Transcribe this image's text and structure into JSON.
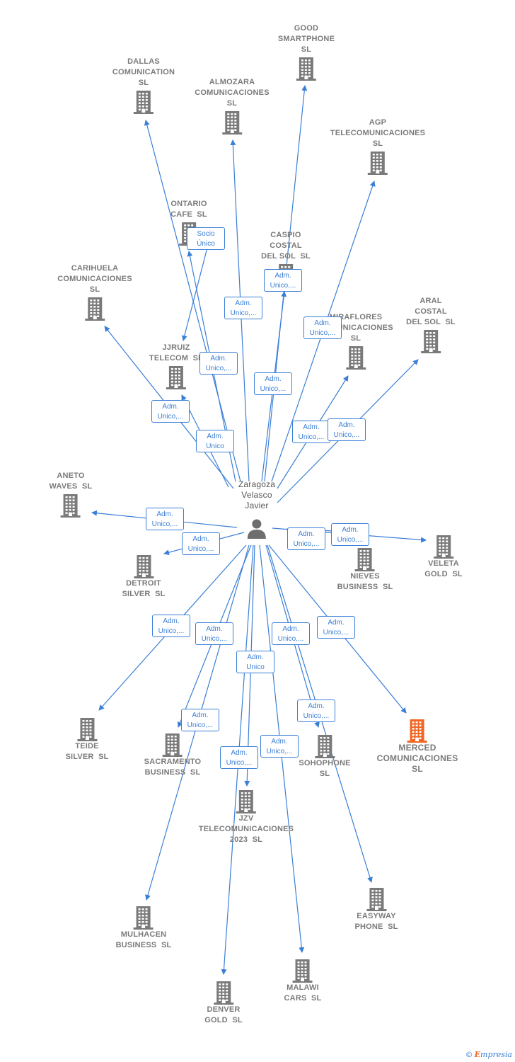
{
  "colors": {
    "edge": "#3a7fd6",
    "building": "#7a7a7a",
    "highlight": "#f26522",
    "label": "#7a7a7a"
  },
  "center": {
    "name": "Zaragoza\nVelasco\nJavier",
    "icon": "person-icon"
  },
  "nodes": [
    {
      "id": "good",
      "name": "GOOD\nSMARTPHONE\nSL"
    },
    {
      "id": "dallas",
      "name": "DALLAS\nCOMUNICATION\nSL"
    },
    {
      "id": "almozara",
      "name": "ALMOZARA\nCOMUNICACIONES\nSL"
    },
    {
      "id": "agp",
      "name": "AGP\nTELECOMUNICACIONES\nSL"
    },
    {
      "id": "ontario",
      "name": "ONTARIO\nCAFE  SL"
    },
    {
      "id": "caspio",
      "name": "CASPIO\nCOSTAL\nDEL SOL  SL"
    },
    {
      "id": "carihuela",
      "name": "CARIHUELA\nCOMUNICACIONES\nSL"
    },
    {
      "id": "miraflores",
      "name": "MIRAFLORES\nCOMUNICACIONES\nSL"
    },
    {
      "id": "aral",
      "name": "ARAL\nCOSTAL\nDEL SOL  SL"
    },
    {
      "id": "jjruiz",
      "name": "JJRUIZ\nTELECOM  SL"
    },
    {
      "id": "aneto",
      "name": "ANETO\nWAVES  SL"
    },
    {
      "id": "detroit",
      "name": "DETROIT\nSILVER  SL"
    },
    {
      "id": "nieves",
      "name": "NIEVES\nBUSINESS  SL"
    },
    {
      "id": "veleta",
      "name": "VELETA\nGOLD  SL"
    },
    {
      "id": "teide",
      "name": "TEIDE\nSILVER  SL"
    },
    {
      "id": "sacramento",
      "name": "SACRAMENTO\nBUSINESS  SL"
    },
    {
      "id": "sohophone",
      "name": "SOHOPHONE\nSL"
    },
    {
      "id": "merced",
      "name": "MERCED\nCOMUNICACIONES\nSL",
      "highlight": true
    },
    {
      "id": "jzv",
      "name": "JZV\nTELECOMUNICACIONES\n2023  SL"
    },
    {
      "id": "easyway",
      "name": "EASYWAY\nPHONE  SL"
    },
    {
      "id": "mulhacen",
      "name": "MULHACEN\nBUSINESS  SL"
    },
    {
      "id": "malawi",
      "name": "MALAWI\nCARS  SL"
    },
    {
      "id": "denver",
      "name": "DENVER\nGOLD  SL"
    }
  ],
  "edges": [
    {
      "to": "good",
      "label": "Adm.\nUnico,..."
    },
    {
      "to": "dallas",
      "label": "Adm.\nUnico,..."
    },
    {
      "to": "almozara",
      "label": "Adm.\nUnico,..."
    },
    {
      "to": "agp",
      "label": "Adm.\nUnico,..."
    },
    {
      "to": "ontario",
      "label": "Adm.\nUnico,..."
    },
    {
      "to": "caspio",
      "label": "Adm.\nUnico,..."
    },
    {
      "to": "carihuela",
      "label": "Adm.\nUnico,..."
    },
    {
      "to": "miraflores",
      "label": "Adm.\nUnico,..."
    },
    {
      "to": "aral",
      "label": "Adm.\nUnico,..."
    },
    {
      "to": "jjruiz",
      "label": "Adm.\nUnico"
    },
    {
      "to": "aneto",
      "label": "Adm.\nUnico,..."
    },
    {
      "to": "detroit",
      "label": "Adm.\nUnico,..."
    },
    {
      "to": "nieves",
      "label": "Adm.\nUnico,..."
    },
    {
      "to": "veleta",
      "label": "Adm.\nUnico,..."
    },
    {
      "to": "teide",
      "label": "Adm.\nUnico,..."
    },
    {
      "to": "sacramento",
      "label": "Adm.\nUnico,..."
    },
    {
      "to": "sohophone",
      "label": "Adm.\nUnico,..."
    },
    {
      "to": "merced",
      "label": "Adm.\nUnico,..."
    },
    {
      "to": "jzv",
      "label": "Adm.\nUnico"
    },
    {
      "to": "easyway",
      "label": "Adm.\nUnico,..."
    },
    {
      "to": "mulhacen",
      "label": "Adm.\nUnico,..."
    },
    {
      "to": "malawi",
      "label": "Adm.\nUnico,..."
    },
    {
      "to": "denver",
      "label": "Adm.\nUnico,..."
    }
  ],
  "secondary_edges": [
    {
      "from": "ontario",
      "to": "jjruiz",
      "label": "Socio\nÚnico"
    }
  ],
  "footer": {
    "copyright": "©",
    "brand_first": "E",
    "brand_rest": "mpresia"
  }
}
